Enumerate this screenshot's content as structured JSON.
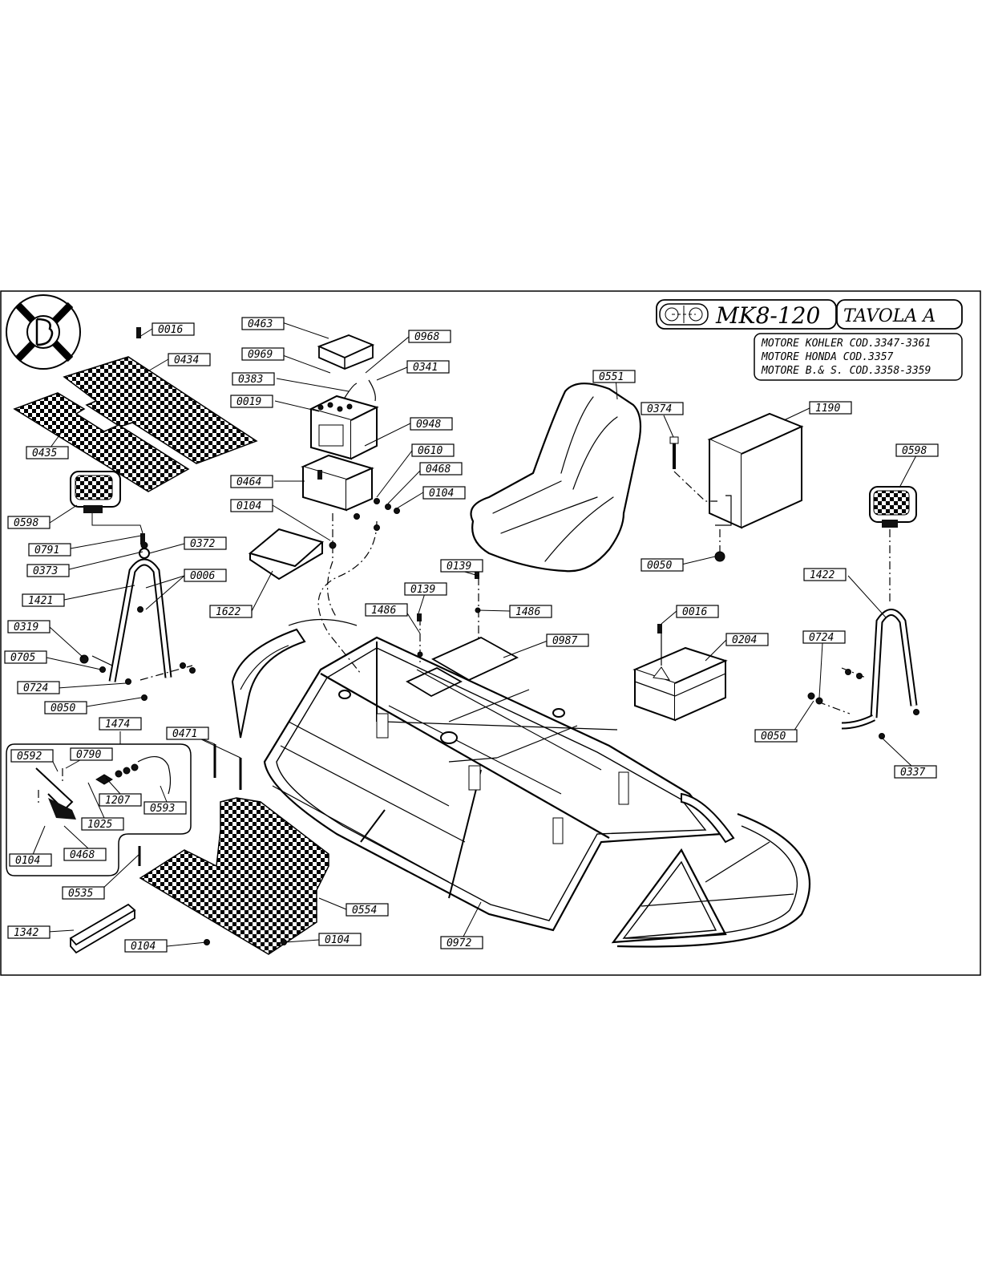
{
  "title": {
    "model": "MK8-120",
    "table": "TAVOLA  A"
  },
  "engines": [
    "MOTORE KOHLER COD.3347-3361",
    "MOTORE HONDA  COD.3357",
    "MOTORE B.& S. COD.3358-3359"
  ],
  "callouts": [
    "0016",
    "0434",
    "0435",
    "0598",
    "0791",
    "0373",
    "0372",
    "1421",
    "0006",
    "0319",
    "0705",
    "0724",
    "0050",
    "0463",
    "0969",
    "0968",
    "0383",
    "0341",
    "0019",
    "0948",
    "0610",
    "0468",
    "0464",
    "0104",
    "0104",
    "1622",
    "0551",
    "0374",
    "1190",
    "0050",
    "0598",
    "1422",
    "0139",
    "0139",
    "1486",
    "1486",
    "0987",
    "0016",
    "0204",
    "0724",
    "0050",
    "0337",
    "1474",
    "0471",
    "0592",
    "0790",
    "1207",
    "1025",
    "0593",
    "0104",
    "0468",
    "0535",
    "1342",
    "0104",
    "0554",
    "0104",
    "0972"
  ],
  "colors": {
    "ink": "#000000",
    "paper": "#ffffff"
  },
  "icons": [
    "brand-logo-icon",
    "model-badge-icon"
  ]
}
